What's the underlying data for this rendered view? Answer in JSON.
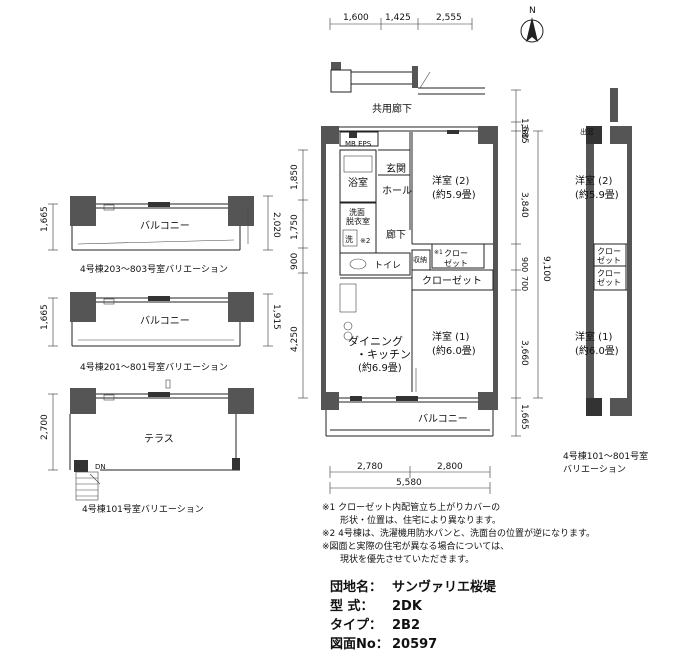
{
  "top_dims": [
    "1,600",
    "1,425",
    "2,555"
  ],
  "left_dims": [
    "1,850",
    "1,750",
    "900",
    "4,250"
  ],
  "bottom_dims": [
    "2,780",
    "2,800",
    "5,580"
  ],
  "right_dims": [
    "1,585",
    "360",
    "3,840",
    "900",
    "700",
    "3,660",
    "1,665",
    "9,100"
  ],
  "var1_dims": [
    "1,665",
    "2,020"
  ],
  "var2_dims": [
    "1,665",
    "1,915"
  ],
  "var3_dims": [
    "2,700"
  ],
  "rooms": {
    "corridor": "共用廊下",
    "mb_eps": "MB EPS",
    "entrance": "玄関",
    "hall": "ホール",
    "bath": "浴室",
    "washroom": "洗面\n脱衣室",
    "washer": "洗",
    "note2": "※2",
    "hallway": "廊下",
    "storage": "収納",
    "closet_small": "クロー\nゼット",
    "note1": "※1",
    "toilet": "トイレ",
    "closet": "クローゼット",
    "western2": "洋室 (2)",
    "western2_size": "(約5.9畳)",
    "western1": "洋室 (1)",
    "western1_size": "(約6.0畳)",
    "dining": "ダイニング\n・キッチン",
    "dining_size": "(約6.9畳)",
    "balcony": "バルコニー",
    "terrace": "テラス",
    "pantry": "出窓",
    "dn": "DN"
  },
  "right_variant": {
    "western2": "洋室 (2)",
    "western2_size": "(約5.9畳)",
    "closet_a": "クロー\nゼット",
    "closet_b": "クロー\nゼット",
    "western1": "洋室 (1)",
    "western1_size": "(約6.0畳)",
    "pantry": "出窓",
    "caption": "4号棟101～801号室\nバリエーション"
  },
  "variants": [
    {
      "label": "バルコニー",
      "caption": "4号棟203～803号室バリエーション"
    },
    {
      "label": "バルコニー",
      "caption": "4号棟201～801号室バリエーション"
    },
    {
      "label": "テラス",
      "caption": "4号棟101号室バリエーション"
    }
  ],
  "notes": [
    "※1  クローゼット内配管立ち上がりカバーの",
    "形状・位置は、住宅により異なります。",
    "※2  4号棟は、洗濯機用防水パンと、洗面台の位置が逆になります。",
    "※図面と実際の住宅が異なる場合については、",
    "現状を優先させていただきます。"
  ],
  "info": [
    {
      "key": "団地名：",
      "value": "サンヴァリエ桜堤"
    },
    {
      "key": "型  式：",
      "value": "2DK"
    },
    {
      "key": "タイプ：",
      "value": "2B2"
    },
    {
      "key": "図面No：",
      "value": "20597"
    }
  ],
  "north": "N"
}
